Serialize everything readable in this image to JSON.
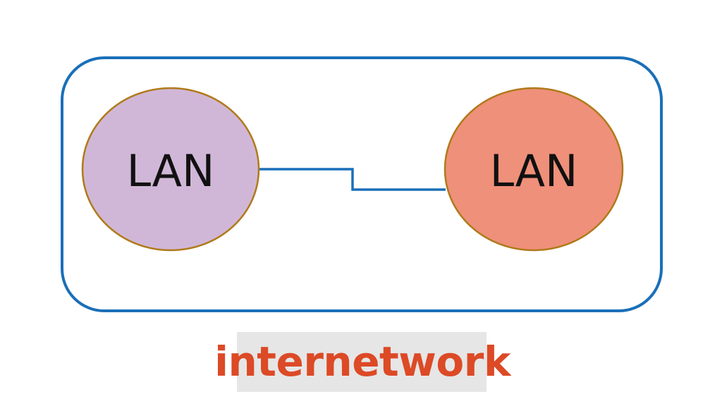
{
  "diagram": {
    "nodes": [
      {
        "id": "lan-left",
        "label": "LAN",
        "fill": "#d1b7d7",
        "stroke": "#b07a1a"
      },
      {
        "id": "lan-right",
        "label": "LAN",
        "fill": "#ef907a",
        "stroke": "#b07a1a"
      }
    ],
    "link": {
      "from": "lan-left",
      "to": "lan-right",
      "color": "#1a6fb8"
    },
    "boundary": {
      "color": "#1a6fb8"
    }
  },
  "caption": {
    "text": "internetwork",
    "color": "#dc4a26",
    "highlight": "#e6e6e6"
  }
}
